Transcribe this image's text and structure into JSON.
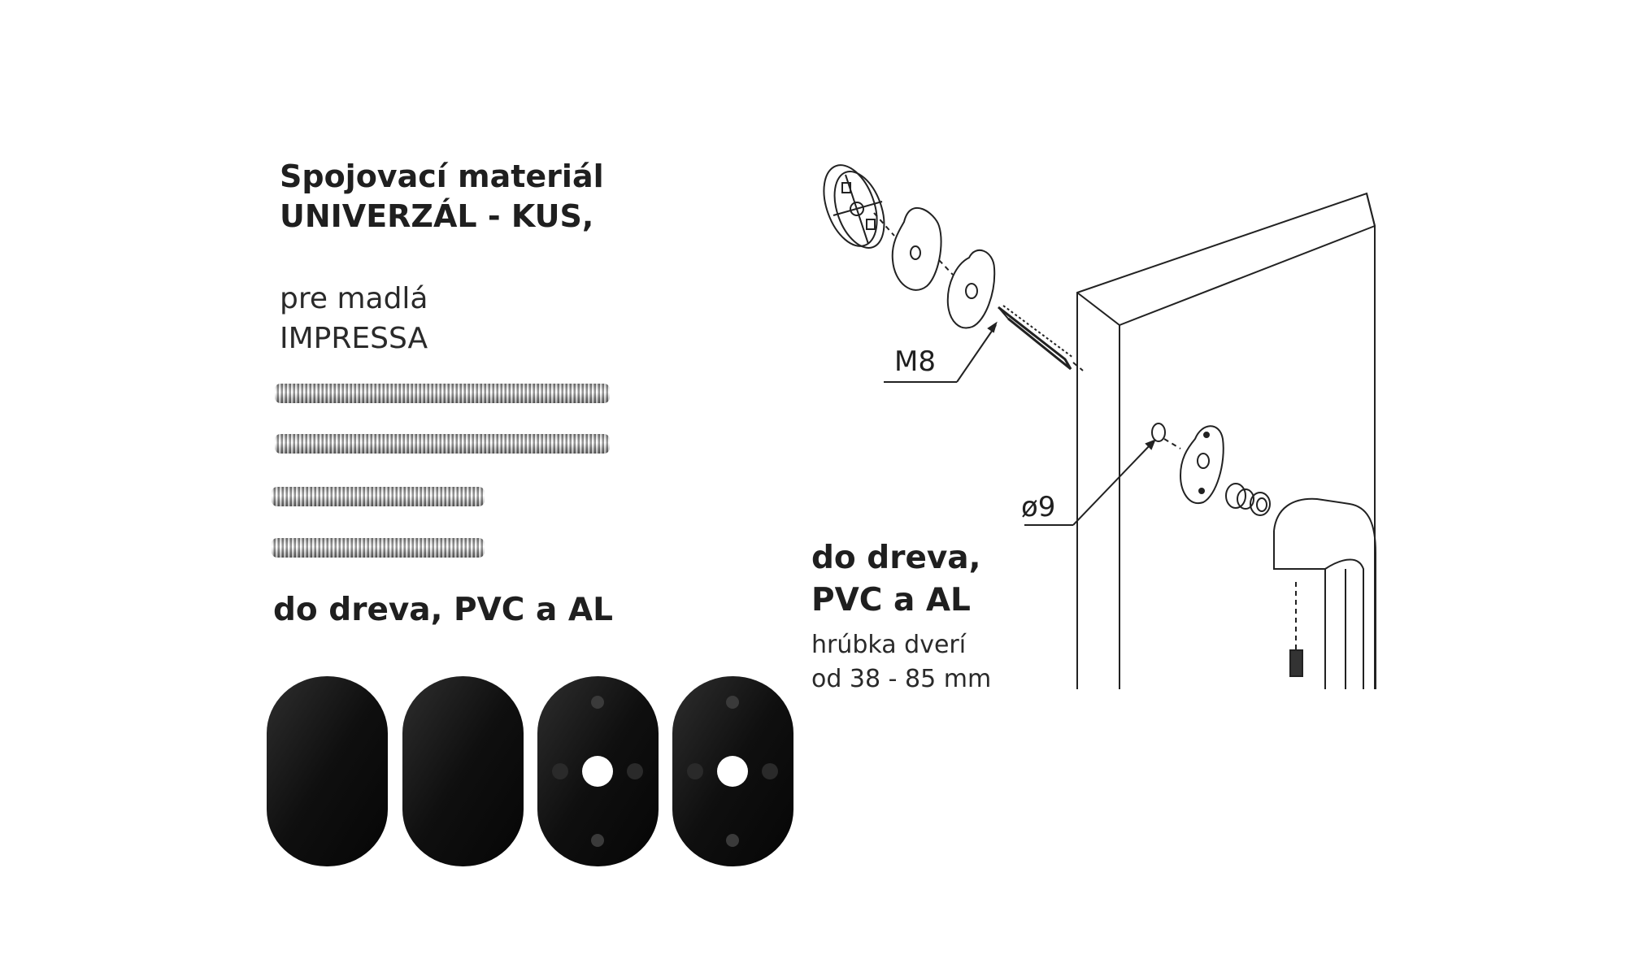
{
  "product": {
    "title_line1": "Spojovací materiál",
    "title_line2": "UNIVERZÁL - KUS,",
    "usage_line1": "pre madlá",
    "usage_line2": "IMPRESSA",
    "material_note": "do dreva, PVC a AL"
  },
  "diagram": {
    "label_thread": "M8",
    "label_hole": "ø9",
    "material_line1": "do dreva,",
    "material_line2": "PVC a AL",
    "thickness_line1": "hrúbka dverí",
    "thickness_line2": "od 38 - 85 mm"
  },
  "colors": {
    "text": "#1f1f1f",
    "rosette": "#111111",
    "line": "#222222"
  },
  "icons": [
    "threaded-rod",
    "rosette-cover",
    "rosette-base",
    "door-handle",
    "screw"
  ]
}
